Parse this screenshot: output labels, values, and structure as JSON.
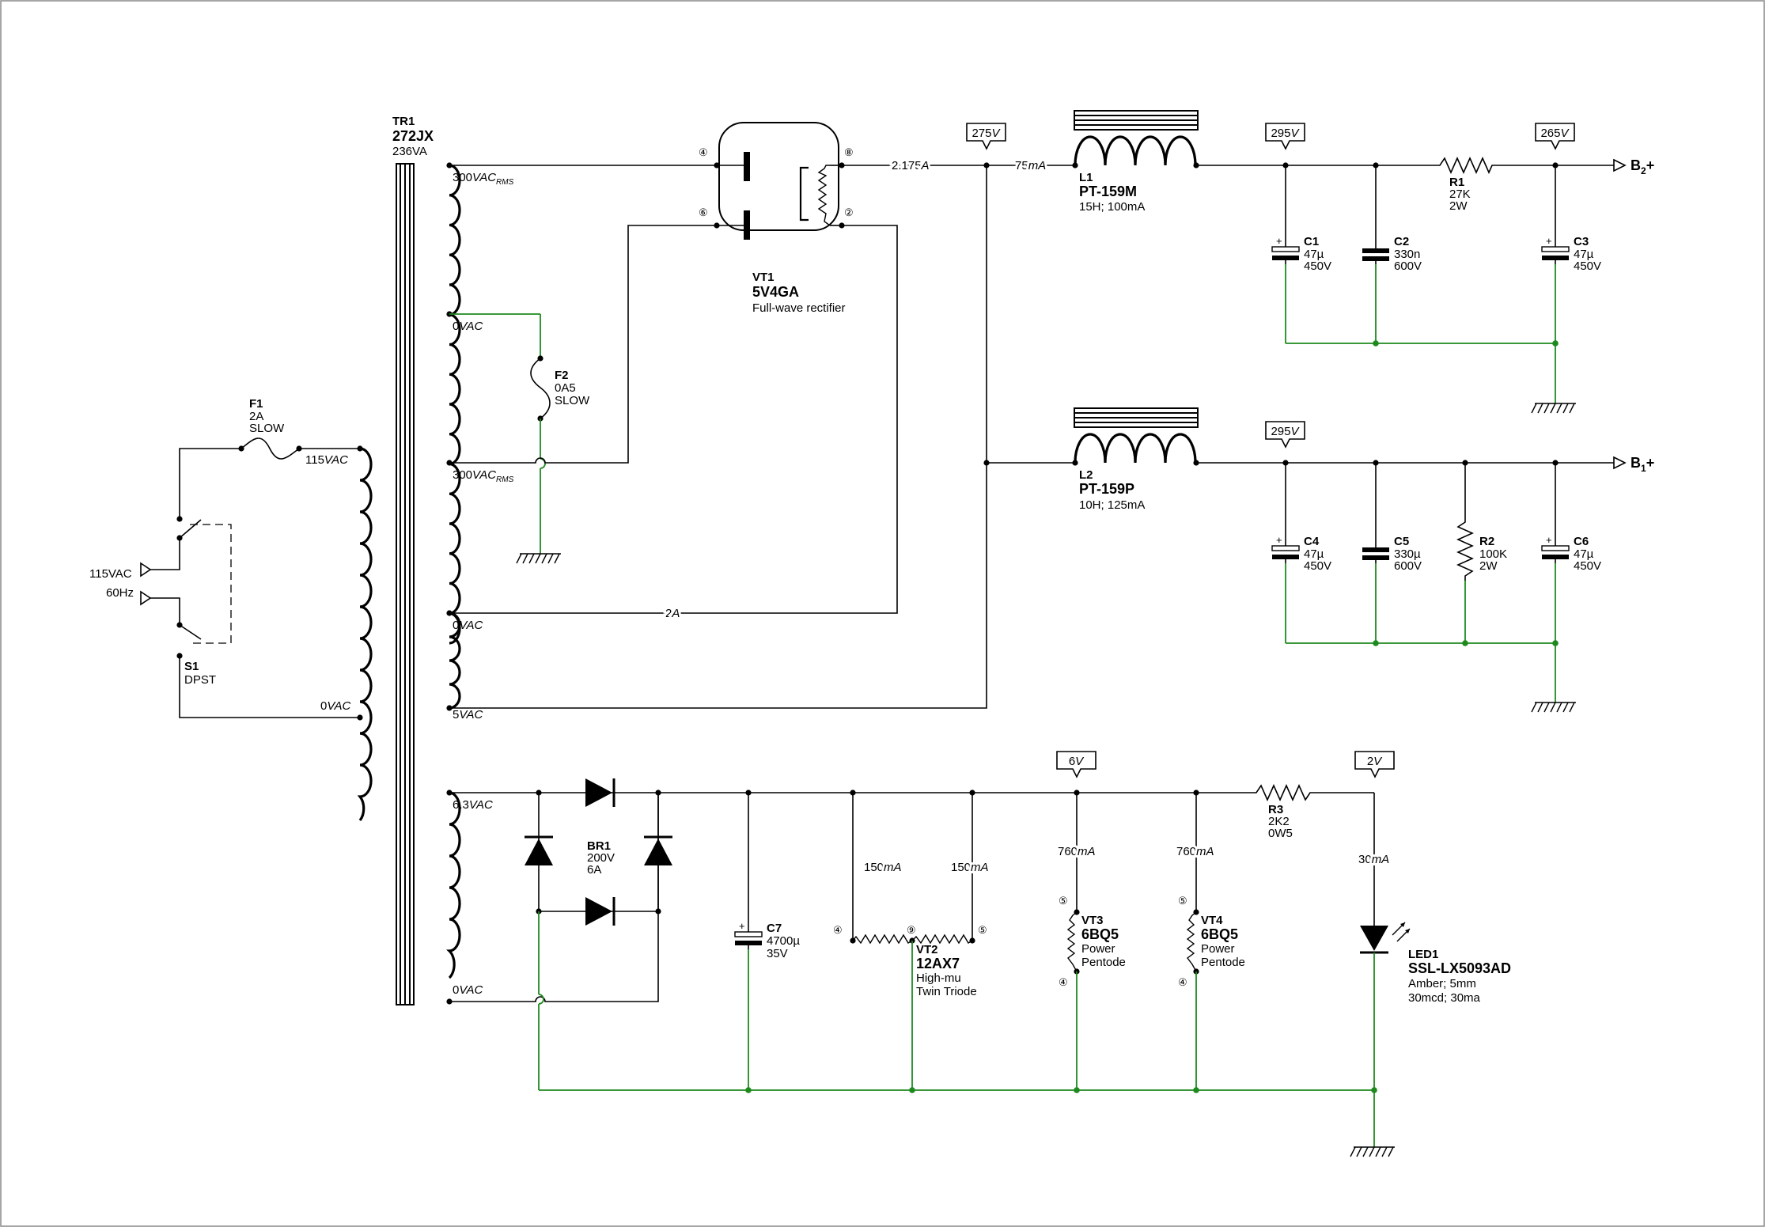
{
  "colors": {
    "wire": "#000000",
    "ground_wire": "#1e8a1e",
    "background": "#ffffff",
    "border": "#888888"
  },
  "icons": {
    "transformer": "transformer-icon",
    "fuse": "fuse-icon",
    "switch": "switch-icon",
    "rectifier_tube": "rectifier-tube-icon",
    "inductor": "inductor-icon",
    "capacitor": "capacitor-icon",
    "resistor": "resistor-icon",
    "diode": "diode-icon",
    "led": "led-icon",
    "ground": "ground-icon",
    "connector": "connector-icon",
    "heater": "heater-icon"
  },
  "tr1": {
    "ref": "TR1",
    "part": "272JX",
    "rating": "236VA",
    "taps": {
      "hv_top": "300",
      "hv_top_unit": "VAC",
      "hv_top_sub": "RMS",
      "ct": "0",
      "ct_unit": "VAC",
      "hv_bot": "300",
      "hv_bot_unit": "VAC",
      "hv_bot_sub": "RMS",
      "fil5_a": "0",
      "fil5_a_unit": "VAC",
      "fil5_b": "5",
      "fil5_b_unit": "VAC",
      "fil63_a": "6.3",
      "fil63_a_unit": "VAC",
      "fil63_b": "0",
      "fil63_b_unit": "VAC",
      "pri_top": "115",
      "pri_top_unit": "VAC",
      "pri_bot": "0",
      "pri_bot_unit": "VAC"
    }
  },
  "f1": {
    "ref": "F1",
    "value": "2A",
    "type": "SLOW"
  },
  "f2": {
    "ref": "F2",
    "value": "0A5",
    "type": "SLOW"
  },
  "s1": {
    "ref": "S1",
    "type": "DPST"
  },
  "mains": {
    "volt": "115VAC",
    "freq": "60Hz"
  },
  "vt1": {
    "ref": "VT1",
    "part": "5V4GA",
    "desc": "Full-wave rectifier",
    "pins": [
      "④",
      "⑥",
      "⑧",
      "②"
    ]
  },
  "currents": {
    "rect_out_val": "2.175",
    "rect_out_unit": "A",
    "l1_val": "75",
    "l1_unit": "mA",
    "fil5_val": "2",
    "fil5_unit": "A",
    "vt2a_val": "150",
    "vt2a_unit": "mA",
    "vt2b_val": "150",
    "vt2b_unit": "mA",
    "vt3_val": "760",
    "vt3_unit": "mA",
    "vt4_val": "760",
    "vt4_unit": "mA",
    "led_val": "30",
    "led_unit": "mA"
  },
  "voltages": {
    "v275": "275",
    "v295a": "295",
    "v265": "265",
    "v295b": "295",
    "v6": "6",
    "v2": "2",
    "unit": "V"
  },
  "l1": {
    "ref": "L1",
    "part": "PT-159M",
    "value": "15H; 100mA"
  },
  "l2": {
    "ref": "L2",
    "part": "PT-159P",
    "value": "10H; 125mA"
  },
  "c1": {
    "ref": "C1",
    "value": "47µ",
    "volt": "450V"
  },
  "c2": {
    "ref": "C2",
    "value": "330n",
    "volt": "600V"
  },
  "c3": {
    "ref": "C3",
    "value": "47µ",
    "volt": "450V"
  },
  "c4": {
    "ref": "C4",
    "value": "47µ",
    "volt": "450V"
  },
  "c5": {
    "ref": "C5",
    "value": "330µ",
    "volt": "600V"
  },
  "c6": {
    "ref": "C6",
    "value": "47µ",
    "volt": "450V"
  },
  "c7": {
    "ref": "C7",
    "value": "4700µ",
    "volt": "35V"
  },
  "r1": {
    "ref": "R1",
    "value": "27K",
    "power": "2W"
  },
  "r2": {
    "ref": "R2",
    "value": "100K",
    "power": "2W"
  },
  "r3": {
    "ref": "R3",
    "value": "2K2",
    "power": "0W5"
  },
  "b2": {
    "letter": "B",
    "sub": "2",
    "suffix": "+"
  },
  "b1": {
    "letter": "B",
    "sub": "1",
    "suffix": "+"
  },
  "br1": {
    "ref": "BR1",
    "volt": "200V",
    "amp": "6A"
  },
  "vt2": {
    "ref": "VT2",
    "part": "12AX7",
    "desc1": "High-mu",
    "desc2": "Twin Triode",
    "pins": [
      "④",
      "⑨",
      "⑤"
    ]
  },
  "vt3": {
    "ref": "VT3",
    "part": "6BQ5",
    "desc1": "Power",
    "desc2": "Pentode",
    "pins": [
      "⑤",
      "④"
    ]
  },
  "vt4": {
    "ref": "VT4",
    "part": "6BQ5",
    "desc1": "Power",
    "desc2": "Pentode",
    "pins": [
      "⑤",
      "④"
    ]
  },
  "led1": {
    "ref": "LED1",
    "part": "SSL-LX5093AD",
    "desc1": "Amber; 5mm",
    "desc2": "30mcd; 30ma"
  }
}
